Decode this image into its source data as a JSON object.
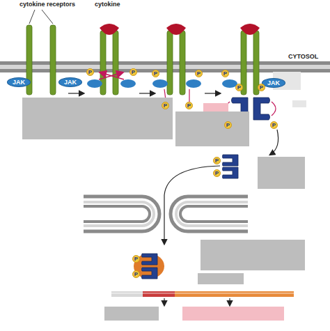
{
  "diagram": {
    "nodes": [
      {
        "text": [
          "JAK"
        ]
      },
      {
        "text": [
          "JAK"
        ]
      },
      {
        "text": [
          "P"
        ]
      },
      {
        "text": [
          "P"
        ]
      },
      {
        "text": [
          "P"
        ]
      },
      {
        "text": [
          "P"
        ]
      },
      {
        "text": [
          "P"
        ]
      },
      {
        "text": [
          "P"
        ]
      },
      {
        "text": [
          "P"
        ]
      },
      {
        "text": [
          "JAK"
        ]
      },
      {
        "text": [
          "P"
        ]
      },
      {
        "text": [
          "P"
        ]
      },
      {
        "text": [
          "P"
        ]
      },
      {
        "text": [
          "P"
        ]
      },
      {
        "text": [
          "P"
        ]
      },
      {
        "text": [
          "P"
        ]
      },
      {
        "text": [
          "P"
        ]
      },
      {
        "text": [
          "P"
        ]
      }
    ],
    "labels": [
      "cytokine receptors",
      "cytokine",
      "CYTOSOL"
    ]
  }
}
